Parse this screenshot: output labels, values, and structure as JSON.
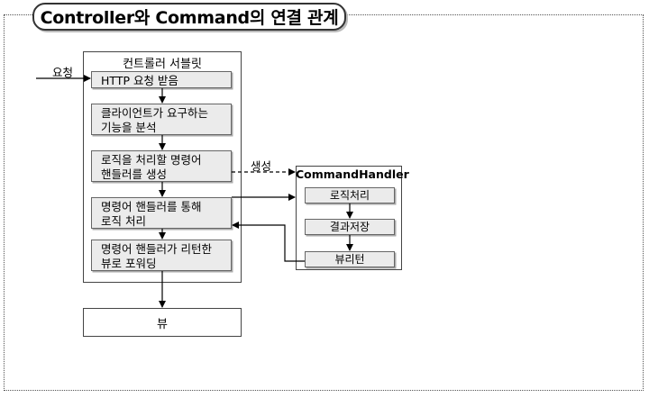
{
  "title": "Controller와 Command의 연결 관계",
  "servlet": {
    "title": "컨트롤러 서블릿",
    "steps": [
      {
        "line1": "HTTP 요청 받음",
        "line2": ""
      },
      {
        "line1": "클라이언트가 요구하는",
        "line2": "기능을 분석"
      },
      {
        "line1": "로직을 처리할 명령어",
        "line2": "핸들러를 생성"
      },
      {
        "line1": "명령어 핸들러를 통해",
        "line2": "로직 처리"
      },
      {
        "line1": "명령어 핸들러가 리턴한",
        "line2": "뷰로 포워딩"
      }
    ]
  },
  "handler": {
    "title": "CommandHandler",
    "steps": [
      "로직처리",
      "결과저장",
      "뷰리턴"
    ]
  },
  "request_label": "요청",
  "create_label": "생성",
  "view_label": "뷰"
}
